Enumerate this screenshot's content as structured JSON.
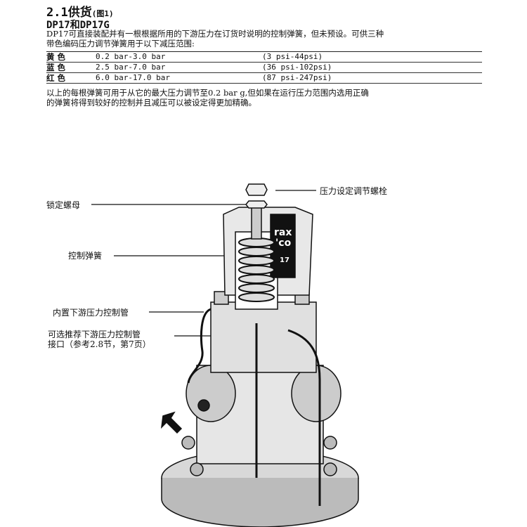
{
  "section": {
    "title": "2.1供货",
    "title_note": "(图1)"
  },
  "subtitle": "DP17和DP17G",
  "intro": [
    "DP17可直接装配并有一根根据所用的下游压力在订货时说明的控制弹簧，但未预设。可供三种",
    "带色编码压力调节弹簧用于以下减压范围:"
  ],
  "springs": [
    {
      "color": "黄色",
      "bar": "0.2 bar-3.0 bar",
      "psi": "(3 psi-44psi)"
    },
    {
      "color": "蓝色",
      "bar": "2.5 bar-7.0 bar",
      "psi": "(36 psi-102psi)"
    },
    {
      "color": "红色",
      "bar": "6.0 bar-17.0 bar",
      "psi": "(87 psi-247psi)"
    }
  ],
  "note": [
    "以上的每根弹簧可用于从它的最大压力调节至0.2  bar  g,但如果在运行压力范围内选用正确",
    "的弹簧将得到较好的控制并且减压可以被设定得更加精确。"
  ],
  "figure": {
    "labels": {
      "adjust_bolt": "压力设定调节螺栓",
      "lock_nut": "锁定螺母",
      "control_spring": "控制弹簧",
      "internal_pipe": "内置下游压力控制管",
      "optional_pipe_1": "可选推荐下游压力控制管",
      "optional_pipe_2": "接口（参考2.8节，第7页）"
    },
    "logo_text": [
      "rax",
      "co",
      "17"
    ]
  }
}
